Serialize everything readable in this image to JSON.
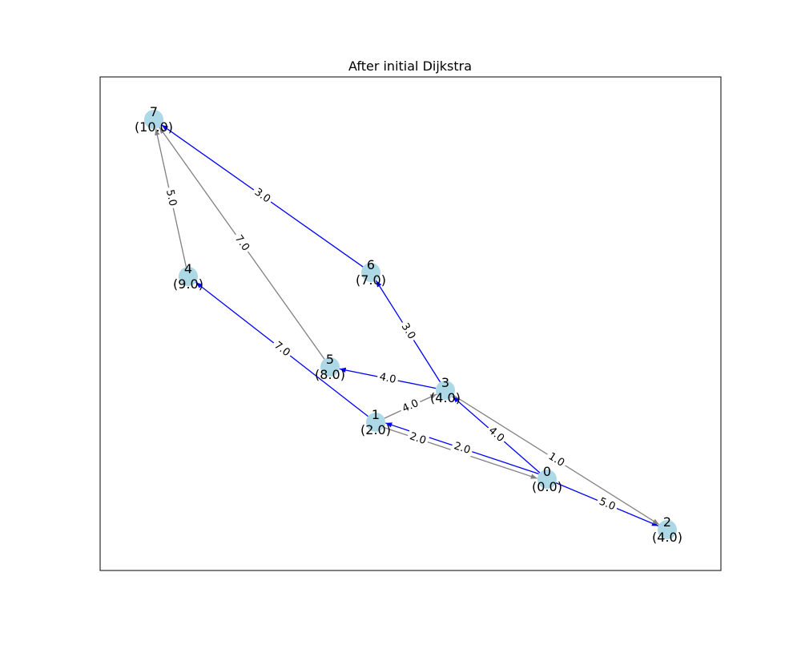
{
  "title": "After initial Dijkstra",
  "colors": {
    "node_fill": "#add8e6",
    "tree_edge": "#0000ff",
    "other_edge": "#808080",
    "frame": "#000000",
    "label_bg": "#ffffff"
  },
  "nodes": [
    {
      "id": "0",
      "dist": "(0.0)"
    },
    {
      "id": "1",
      "dist": "(2.0)"
    },
    {
      "id": "2",
      "dist": "(4.0)"
    },
    {
      "id": "3",
      "dist": "(4.0)"
    },
    {
      "id": "4",
      "dist": "(9.0)"
    },
    {
      "id": "5",
      "dist": "(8.0)"
    },
    {
      "id": "6",
      "dist": "(7.0)"
    },
    {
      "id": "7",
      "dist": "(10.0)"
    }
  ],
  "edges": [
    {
      "source": "0",
      "target": "1",
      "weight": "2.0",
      "in_tree": true
    },
    {
      "source": "1",
      "target": "0",
      "weight": "2.0",
      "in_tree": false
    },
    {
      "source": "0",
      "target": "2",
      "weight": "5.0",
      "in_tree": true
    },
    {
      "source": "0",
      "target": "3",
      "weight": "4.0",
      "in_tree": true
    },
    {
      "source": "1",
      "target": "3",
      "weight": "4.0",
      "in_tree": false
    },
    {
      "source": "3",
      "target": "2",
      "weight": "1.0",
      "in_tree": false
    },
    {
      "source": "3",
      "target": "5",
      "weight": "4.0",
      "in_tree": true
    },
    {
      "source": "3",
      "target": "6",
      "weight": "3.0",
      "in_tree": true
    },
    {
      "source": "1",
      "target": "4",
      "weight": "7.0",
      "in_tree": true
    },
    {
      "source": "6",
      "target": "7",
      "weight": "3.0",
      "in_tree": true
    },
    {
      "source": "5",
      "target": "7",
      "weight": "7.0",
      "in_tree": false
    },
    {
      "source": "4",
      "target": "7",
      "weight": "5.0",
      "in_tree": false
    }
  ]
}
